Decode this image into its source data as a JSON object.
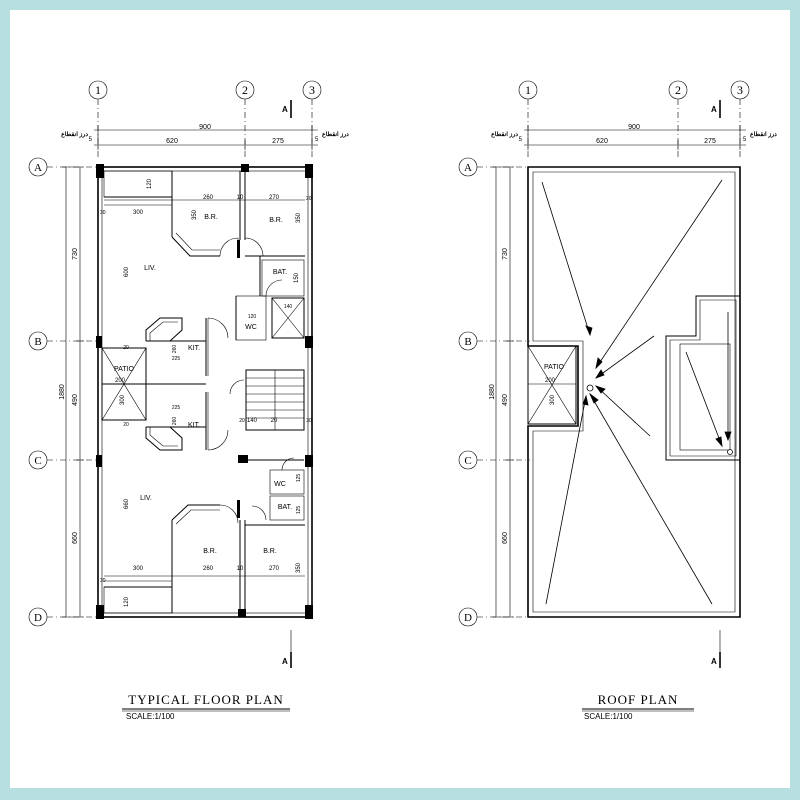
{
  "grid": {
    "columns": [
      "1",
      "2",
      "3"
    ],
    "rows": [
      "A",
      "B",
      "C",
      "D"
    ]
  },
  "arabic_note": "درز انقطاع",
  "section_marker": "A",
  "dims": {
    "total_width": "900",
    "left_width": "620",
    "right_width": "275",
    "edge_5": "5",
    "total_height": "1880",
    "seg_ab": "730",
    "seg_bc": "490",
    "seg_cd": "660"
  },
  "floor_plan": {
    "title": "TYPICAL  FLOOR  PLAN",
    "scale": "SCALE:1/100",
    "rooms": {
      "br": "B.R.",
      "liv": "LIV.",
      "bat": "BAT.",
      "wc": "WC",
      "kit": "KIT.",
      "patio": "PATIO"
    },
    "measures": {
      "m120": "120",
      "m260": "260",
      "m10": "10",
      "m270": "270",
      "m300": "300",
      "m350": "350",
      "m600": "600",
      "m150": "150",
      "m140": "140",
      "m120b": "120",
      "m260k": "260",
      "m225": "225",
      "m200": "200",
      "m30": "30",
      "m20": "20",
      "m125": "125",
      "m660": "660"
    }
  },
  "roof_plan": {
    "title": "ROOF      PLAN",
    "scale": "SCALE:1/100",
    "patio": "PATIO",
    "m200": "200",
    "m300": "300"
  }
}
